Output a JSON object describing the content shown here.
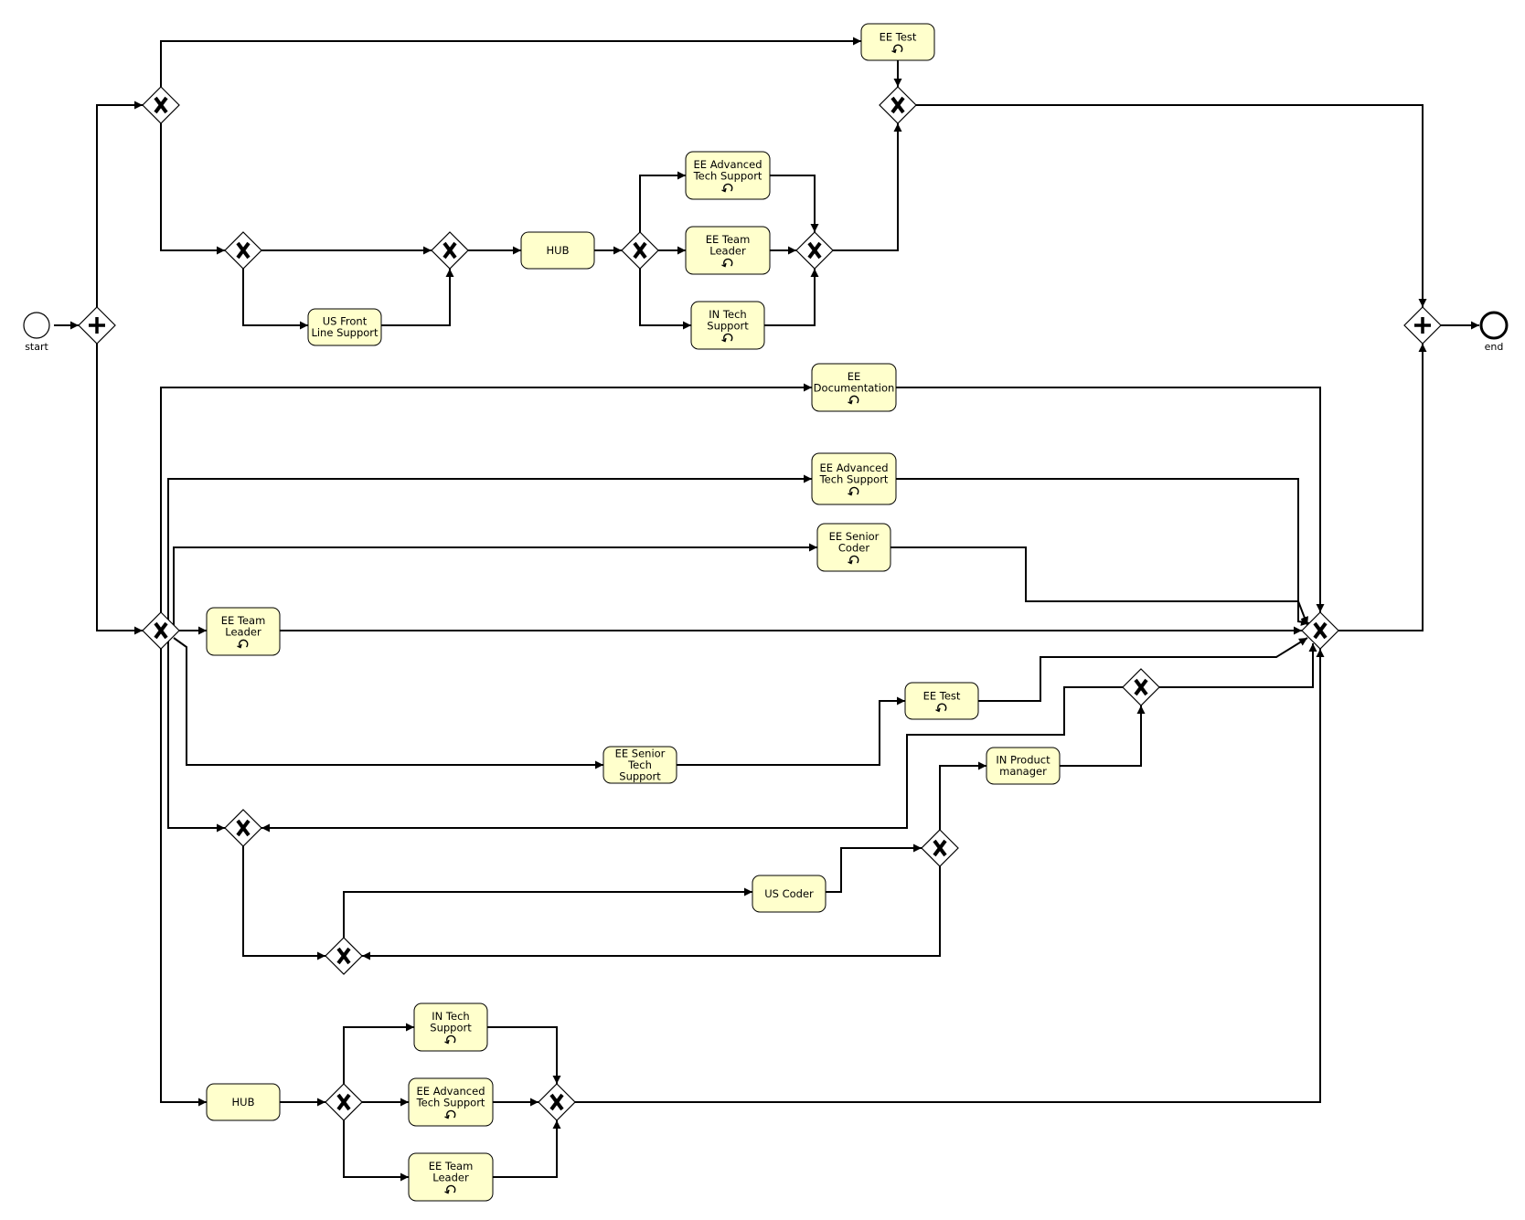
{
  "diagram": {
    "colors": {
      "task_fill": "#ffffcc",
      "stroke": "#000000",
      "background": "#ffffff"
    },
    "events": {
      "start": {
        "label": "start"
      },
      "end": {
        "label": "end"
      }
    },
    "tasks": {
      "t_eetest_top": {
        "lines": [
          "EE Test"
        ],
        "loop": true
      },
      "t_hub_top": {
        "lines": [
          "HUB"
        ],
        "loop": false
      },
      "t_us_frontline": {
        "lines": [
          "US Front",
          "Line Support"
        ],
        "loop": false
      },
      "t_eeadv_top": {
        "lines": [
          "EE Advanced",
          "Tech Support"
        ],
        "loop": true
      },
      "t_eeteam_top": {
        "lines": [
          "EE Team",
          "Leader"
        ],
        "loop": true
      },
      "t_intech_top": {
        "lines": [
          "IN Tech",
          "Support"
        ],
        "loop": true
      },
      "t_eedoc": {
        "lines": [
          "EE",
          "Documentation"
        ],
        "loop": true
      },
      "t_eeadv_mid": {
        "lines": [
          "EE Advanced",
          "Tech Support"
        ],
        "loop": true
      },
      "t_eesenior_coder": {
        "lines": [
          "EE Senior",
          "Coder"
        ],
        "loop": true
      },
      "t_eeteam_mid": {
        "lines": [
          "EE Team",
          "Leader"
        ],
        "loop": true
      },
      "t_eetest_mid": {
        "lines": [
          "EE Test"
        ],
        "loop": true
      },
      "t_eesenior_tech": {
        "lines": [
          "EE Senior",
          "Tech",
          "Support"
        ],
        "loop": false
      },
      "t_in_product": {
        "lines": [
          "IN Product",
          "manager"
        ],
        "loop": false
      },
      "t_us_coder": {
        "lines": [
          "US Coder"
        ],
        "loop": false
      },
      "t_hub_bottom": {
        "lines": [
          "HUB"
        ],
        "loop": false
      },
      "t_intech_bottom": {
        "lines": [
          "IN Tech",
          "Support"
        ],
        "loop": true
      },
      "t_eeadv_bottom": {
        "lines": [
          "EE Advanced",
          "Tech Support"
        ],
        "loop": true
      },
      "t_eeteam_bottom": {
        "lines": [
          "EE Team",
          "Leader"
        ],
        "loop": true
      }
    },
    "gateways": {
      "g_par_split": {
        "type": "parallel"
      },
      "g_par_join": {
        "type": "parallel"
      },
      "g_x1": {
        "type": "exclusive"
      },
      "g_x2": {
        "type": "exclusive"
      },
      "g_x3": {
        "type": "exclusive"
      },
      "g_x4": {
        "type": "exclusive"
      },
      "g_x5": {
        "type": "exclusive"
      },
      "g_x6": {
        "type": "exclusive"
      },
      "g_x7": {
        "type": "exclusive"
      },
      "g_big_split": {
        "type": "exclusive"
      },
      "g_big_join": {
        "type": "exclusive"
      },
      "g_x_in": {
        "type": "exclusive"
      },
      "g_x_loop1": {
        "type": "exclusive"
      },
      "g_x_loop2": {
        "type": "exclusive"
      },
      "g_x_us": {
        "type": "exclusive"
      },
      "g_x_b1": {
        "type": "exclusive"
      },
      "g_x_b2": {
        "type": "exclusive"
      }
    }
  }
}
